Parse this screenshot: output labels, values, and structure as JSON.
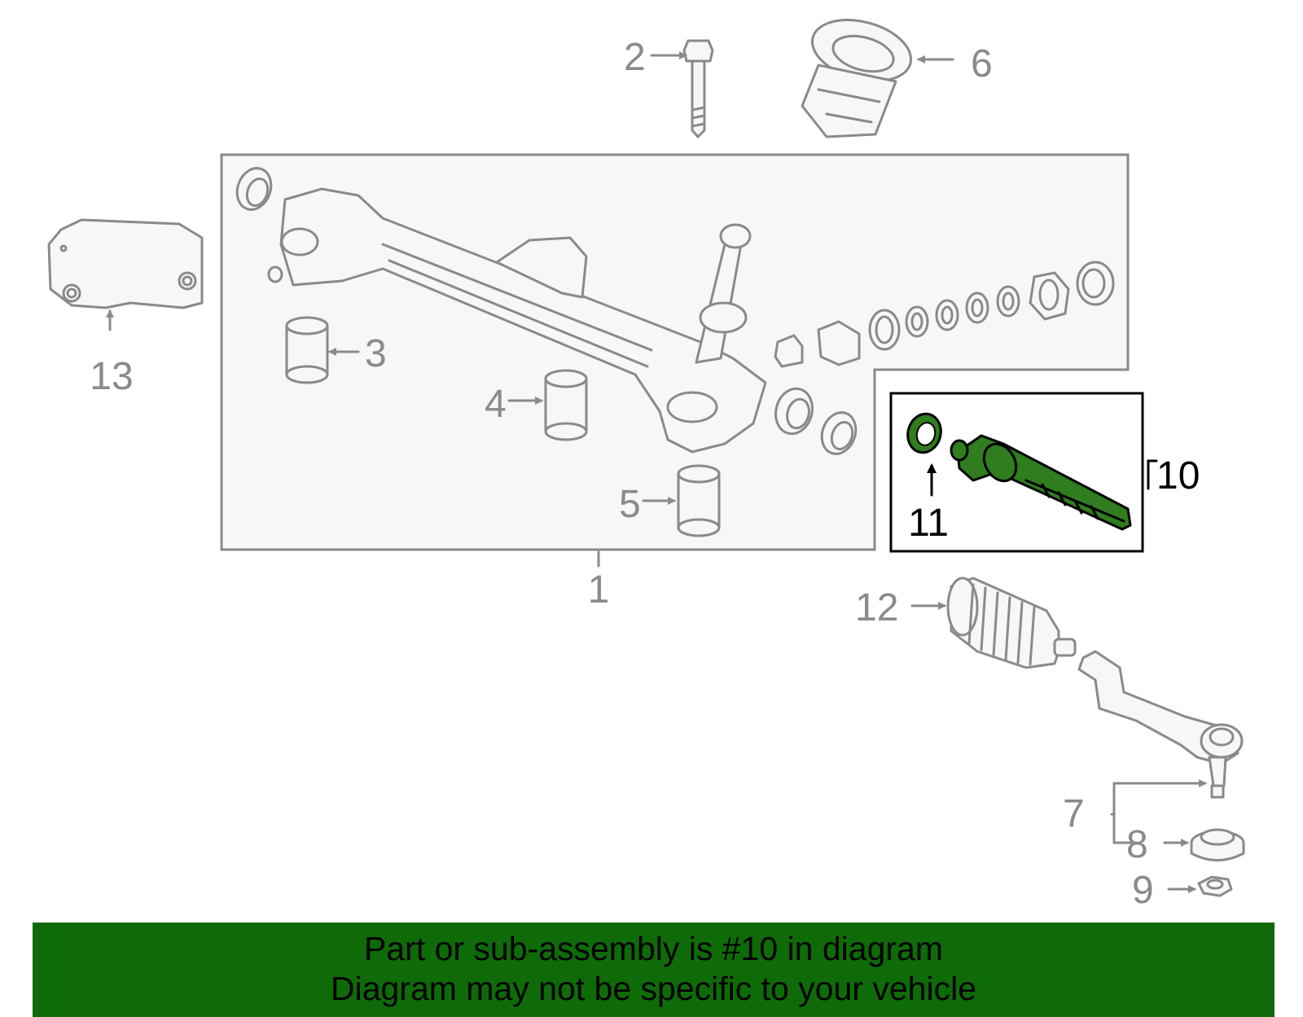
{
  "callouts": {
    "c1": "1",
    "c2": "2",
    "c3": "3",
    "c4": "4",
    "c5": "5",
    "c6": "6",
    "c7": "7",
    "c8": "8",
    "c9": "9",
    "c10": "10",
    "c11": "11",
    "c12": "12",
    "c13": "13"
  },
  "banner": {
    "line1": "Part or sub-assembly is #10 in diagram",
    "line2": "Diagram may not be specific to your vehicle"
  },
  "colors": {
    "part_gray": "#8a8a8a",
    "highlight": "#2f7d1e",
    "banner": "#0f6a08",
    "label_dark": "#000000"
  }
}
